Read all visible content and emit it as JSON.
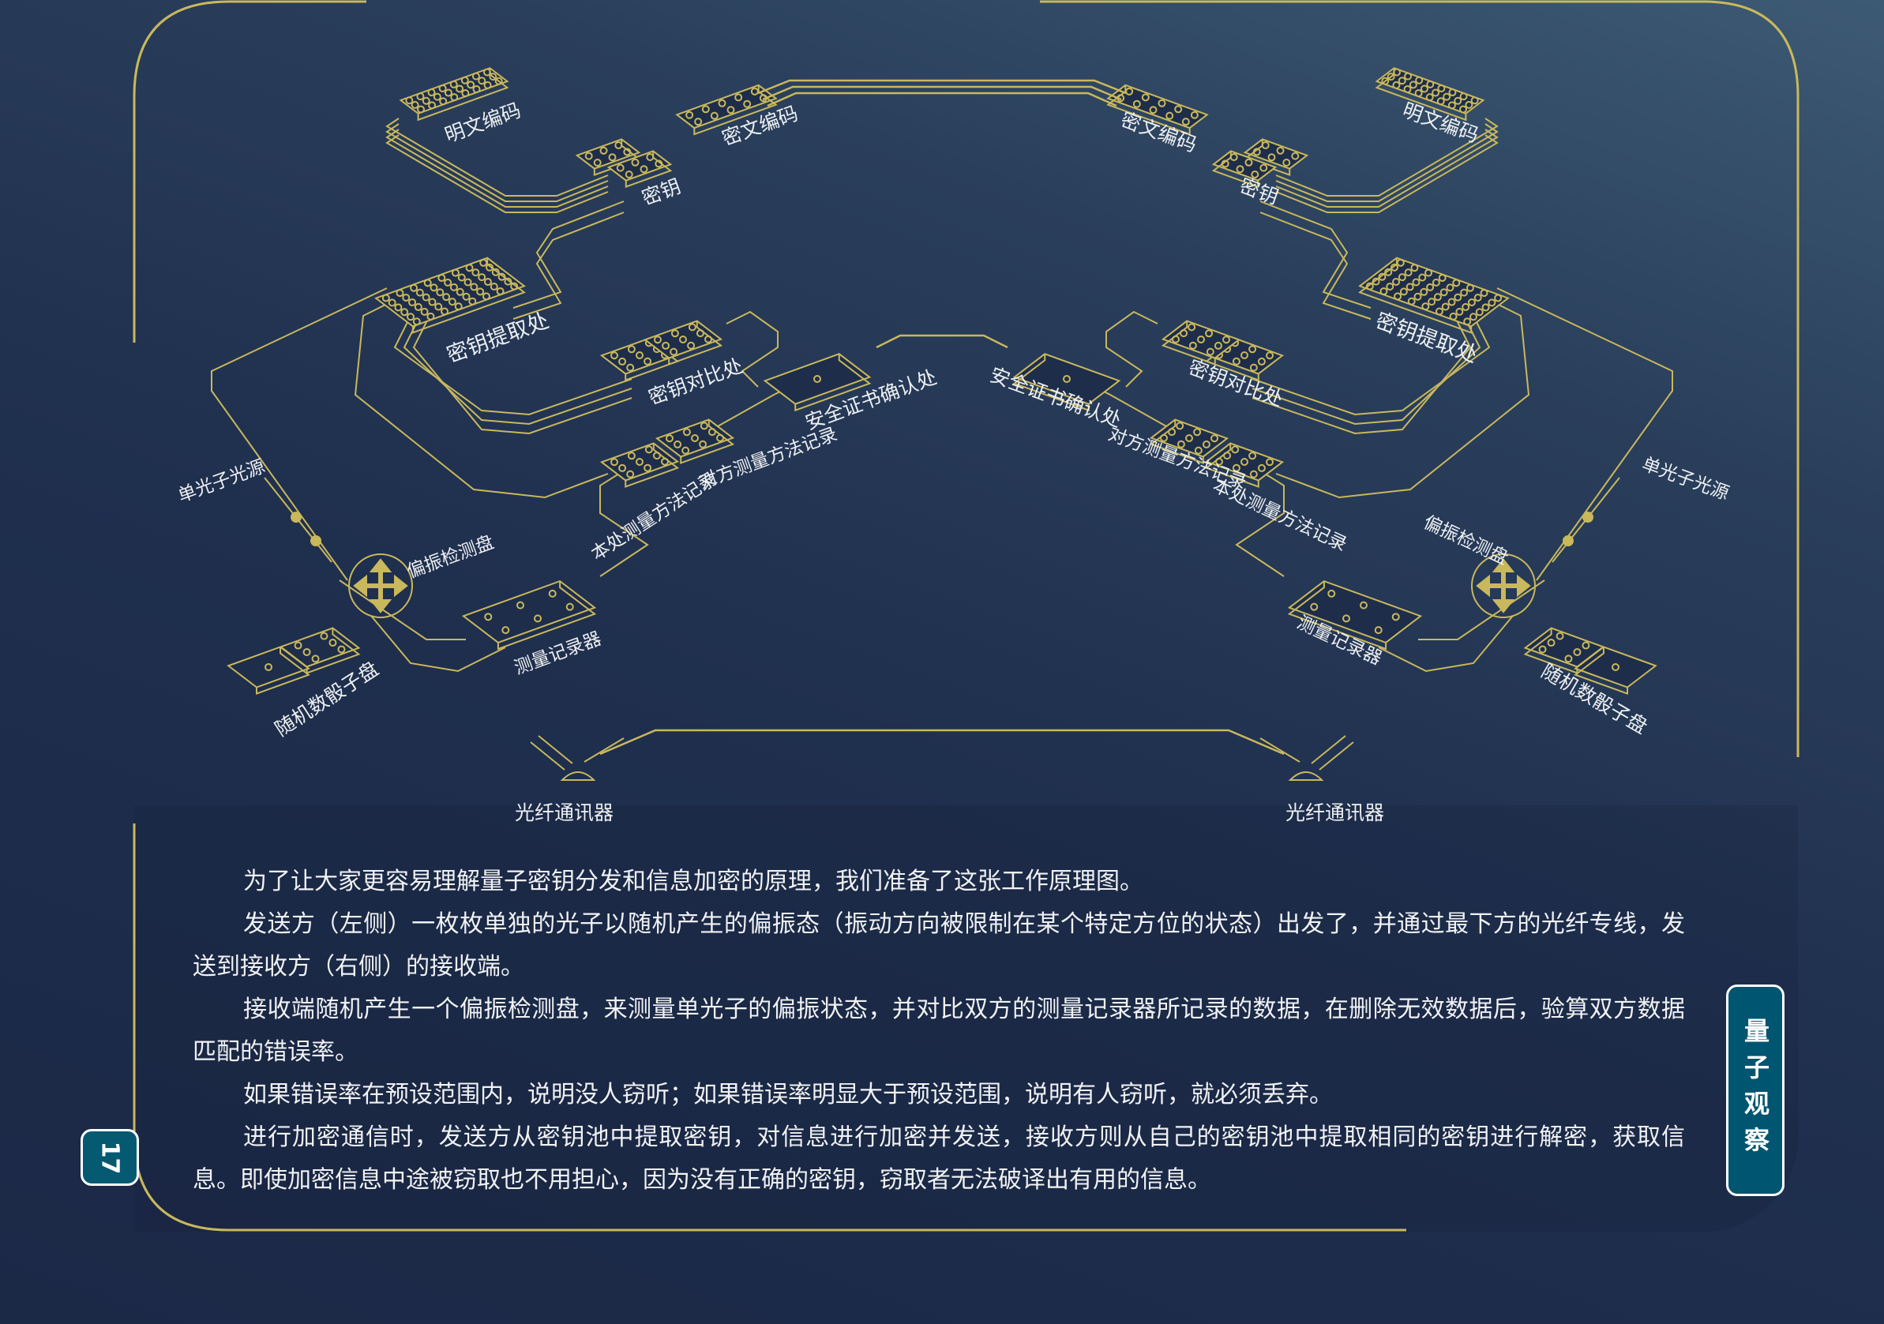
{
  "colors": {
    "gold": "#c9b85c",
    "tab": "#005570",
    "text": "#f1f2f4"
  },
  "diagram": {
    "left": {
      "plaintext": "明文编码",
      "key": "密钥",
      "ciphertext": "密文编码",
      "key_extract": "密钥提取处",
      "key_compare": "密钥对比处",
      "cert": "安全证书确认处",
      "peer_method": "对方测量方法记录",
      "local_method": "本处测量方法记录",
      "photon_source": "单光子光源",
      "polarizer": "偏振检测盘",
      "recorder": "测量记录器",
      "dice": "随机数骰子盘",
      "fiber": "光纤通讯器"
    },
    "right": {
      "plaintext": "明文编码",
      "key": "密钥",
      "ciphertext": "密文编码",
      "key_extract": "密钥提取处",
      "key_compare": "密钥对比处",
      "cert": "安全证书确认处",
      "peer_method": "对方测量方法记录",
      "local_method": "本处测量方法记录",
      "photon_source": "单光子光源",
      "polarizer": "偏振检测盘",
      "recorder": "测量记录器",
      "dice": "随机数骰子盘",
      "fiber": "光纤通讯器"
    }
  },
  "paragraphs": [
    "为了让大家更容易理解量子密钥分发和信息加密的原理，我们准备了这张工作原理图。",
    "发送方（左侧）一枚枚单独的光子以随机产生的偏振态（振动方向被限制在某个特定方位的状态）出发了，并通过最下方的光纤专线，发送到接收方（右侧）的接收端。",
    "接收端随机产生一个偏振检测盘，来测量单光子的偏振状态，并对比双方的测量记录器所记录的数据，在删除无效数据后，验算双方数据匹配的错误率。",
    "如果错误率在预设范围内，说明没人窃听；如果错误率明显大于预设范围，说明有人窃听，就必须丢弃。",
    "进行加密通信时，发送方从密钥池中提取密钥，对信息进行加密并发送，接收方则从自己的密钥池中提取相同的密钥进行解密，获取信息。即使加密信息中途被窃取也不用担心，因为没有正确的密钥，窃取者无法破译出有用的信息。"
  ],
  "page_number": "17",
  "side_tab": "量子观察"
}
